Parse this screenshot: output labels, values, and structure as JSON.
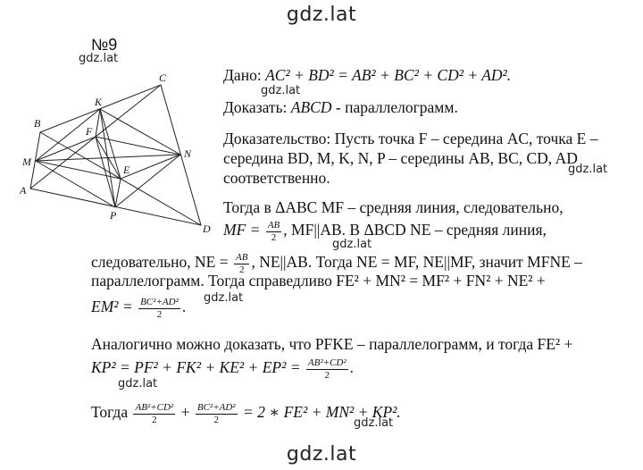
{
  "watermarks": {
    "top": "gdz.lat",
    "bottom": "gdz.lat",
    "small": "gdz.lat"
  },
  "task_number": "№9",
  "figure_labels": {
    "A": "A",
    "B": "B",
    "C": "C",
    "D": "D",
    "K": "K",
    "F": "F",
    "E": "E",
    "N": "N",
    "M": "M",
    "P": "P"
  },
  "text": {
    "given_label": "Дано: ",
    "given_formula": "AC² + BD² = AB² + BC² + CD² + AD².",
    "prove_label": "Доказать: ",
    "prove_object": "ABCD",
    "prove_rest": " - параллелограмм.",
    "proof_line1": "Доказательство: Пусть точка F – середина AC, точка E –",
    "proof_line2": "середина BD, M, K, N, P – середины AB, BC, CD, AD",
    "proof_line3": "соответственно.",
    "then_line1": "Тогда в ΔABC MF – средняя линия, следовательно,",
    "mf_line_a": "MF = ",
    "mf_frac_num": "AB",
    "mf_frac_den": "2",
    "mf_line_b": ", MF||AB. В ΔBCD NE – средняя линия,",
    "ne_line_a": "следовательно, NE = ",
    "ne_frac_num": "AB",
    "ne_frac_den": "2",
    "ne_line_b": ", NE||AB. Тогда NE = MF, NE||MF, значит MFNE –",
    "para_line": "параллелограмм. Тогда справедливо FE² + MN² = MF² + FN² + NE² +",
    "em_line_a": "EM² = ",
    "em_frac_num": "BC²+AD²",
    "em_frac_den": "2",
    "em_line_b": ".",
    "analog_line": "Аналогично можно доказать, что PFKE – параллелограмм, и тогда FE² +",
    "kp_line_a": "KP² = PF² + FK² + KE² + EP² = ",
    "kp_frac_num": "AB²+CD²",
    "kp_frac_den": "2",
    "kp_line_b": ".",
    "final_a": "Тогда ",
    "final_frac1_num": "AB²+CD²",
    "final_frac1_den": "2",
    "final_plus": " + ",
    "final_frac2_num": "BC²+AD²",
    "final_frac2_den": "2",
    "final_b": " = 2 ∗ FE² + MN² + KP²."
  }
}
